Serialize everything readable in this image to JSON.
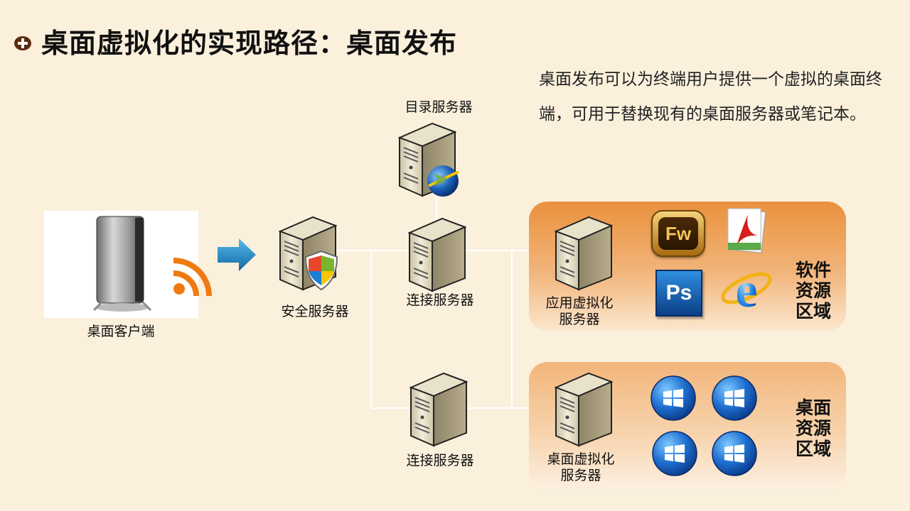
{
  "slide": {
    "title": "桌面虚拟化的实现路径：桌面发布",
    "description": "桌面发布可以为终端用户提供一个虚拟的桌面终端，可用于替换现有的桌面服务器或笔记本。"
  },
  "nodes": {
    "client": "桌面客户端",
    "security_server": "安全服务器",
    "directory_server": "目录服务器",
    "connection_server_top": "连接服务器",
    "connection_server_bottom": "连接服务器",
    "app_virt_server_line1": "应用虚拟化",
    "app_virt_server_line2": "服务器",
    "desktop_virt_server_line1": "桌面虚拟化",
    "desktop_virt_server_line2": "服务器"
  },
  "zones": {
    "software": {
      "line1": "软件",
      "line2": "资源",
      "line3": "区域",
      "icons": [
        "Fw",
        "Ps"
      ]
    },
    "desktop": {
      "line1": "桌面",
      "line2": "资源",
      "line3": "区域"
    }
  },
  "icons": {
    "fireworks": "Fw",
    "photoshop": "Ps",
    "ie": "e",
    "arrow_color": "#1b8fd0",
    "accent": "#e8913f"
  }
}
